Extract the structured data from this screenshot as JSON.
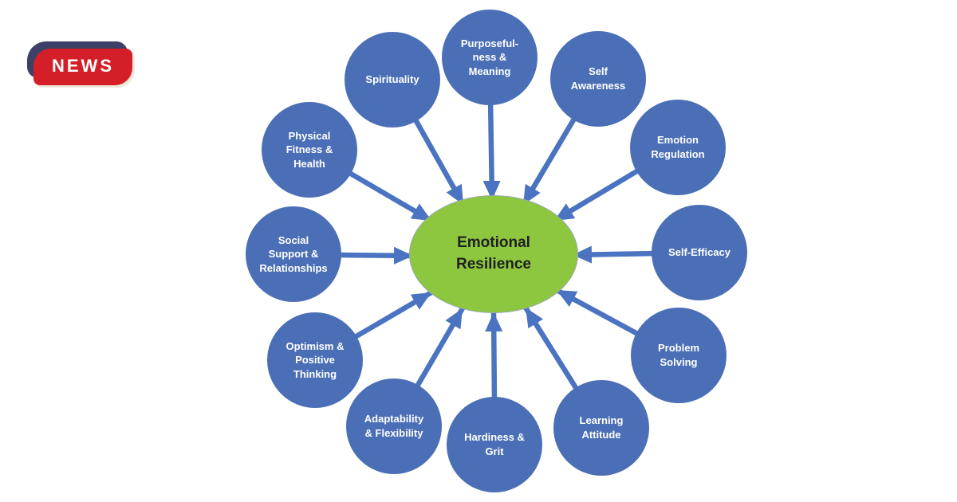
{
  "badge": {
    "label": "NEWS",
    "red_color": "#d51f28",
    "navy_color": "#3d4168"
  },
  "diagram": {
    "type": "radial-diagram",
    "center": {
      "label": "Emotional\nResilience",
      "fill": "#8dc63f",
      "text_color": "#1f1f1f"
    },
    "node_fill": "#4b6fb6",
    "node_text_color": "#ffffff",
    "arrow_color": "#4a73c2",
    "nodes": [
      {
        "id": "purposefulness-meaning",
        "label": "Purposeful-\nness &\nMeaning"
      },
      {
        "id": "self-awareness",
        "label": "Self\nAwareness"
      },
      {
        "id": "emotion-regulation",
        "label": "Emotion\nRegulation"
      },
      {
        "id": "self-efficacy",
        "label": "Self-Efficacy"
      },
      {
        "id": "problem-solving",
        "label": "Problem\nSolving"
      },
      {
        "id": "learning-attitude",
        "label": "Learning\nAttitude"
      },
      {
        "id": "hardiness-grit",
        "label": "Hardiness &\nGrit"
      },
      {
        "id": "adaptability-flexibility",
        "label": "Adaptability\n& Flexibility"
      },
      {
        "id": "optimism-positive-thinking",
        "label": "Optimism &\nPositive\nThinking"
      },
      {
        "id": "social-support-relationships",
        "label": "Social\nSupport &\nRelationships"
      },
      {
        "id": "physical-fitness-health",
        "label": "Physical\nFitness &\nHealth"
      },
      {
        "id": "spirituality",
        "label": "Spirituality"
      }
    ]
  }
}
